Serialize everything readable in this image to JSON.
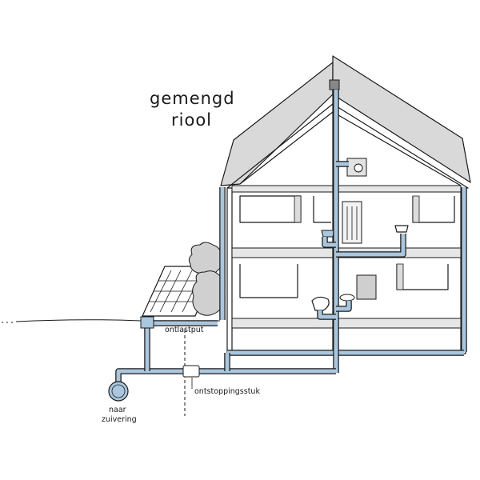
{
  "title": {
    "line1": "gemengd",
    "line2": "riool"
  },
  "labels": {
    "ontlastput": "ontlastput",
    "ontstoppingsstuk": "ontstoppingsstuk",
    "naar": "naar",
    "zuivering": "zuivering"
  },
  "colors": {
    "pipe": "#a9c7de",
    "roof": "#d9d9d9",
    "outline": "#1a1a1a",
    "background": "#ffffff"
  }
}
